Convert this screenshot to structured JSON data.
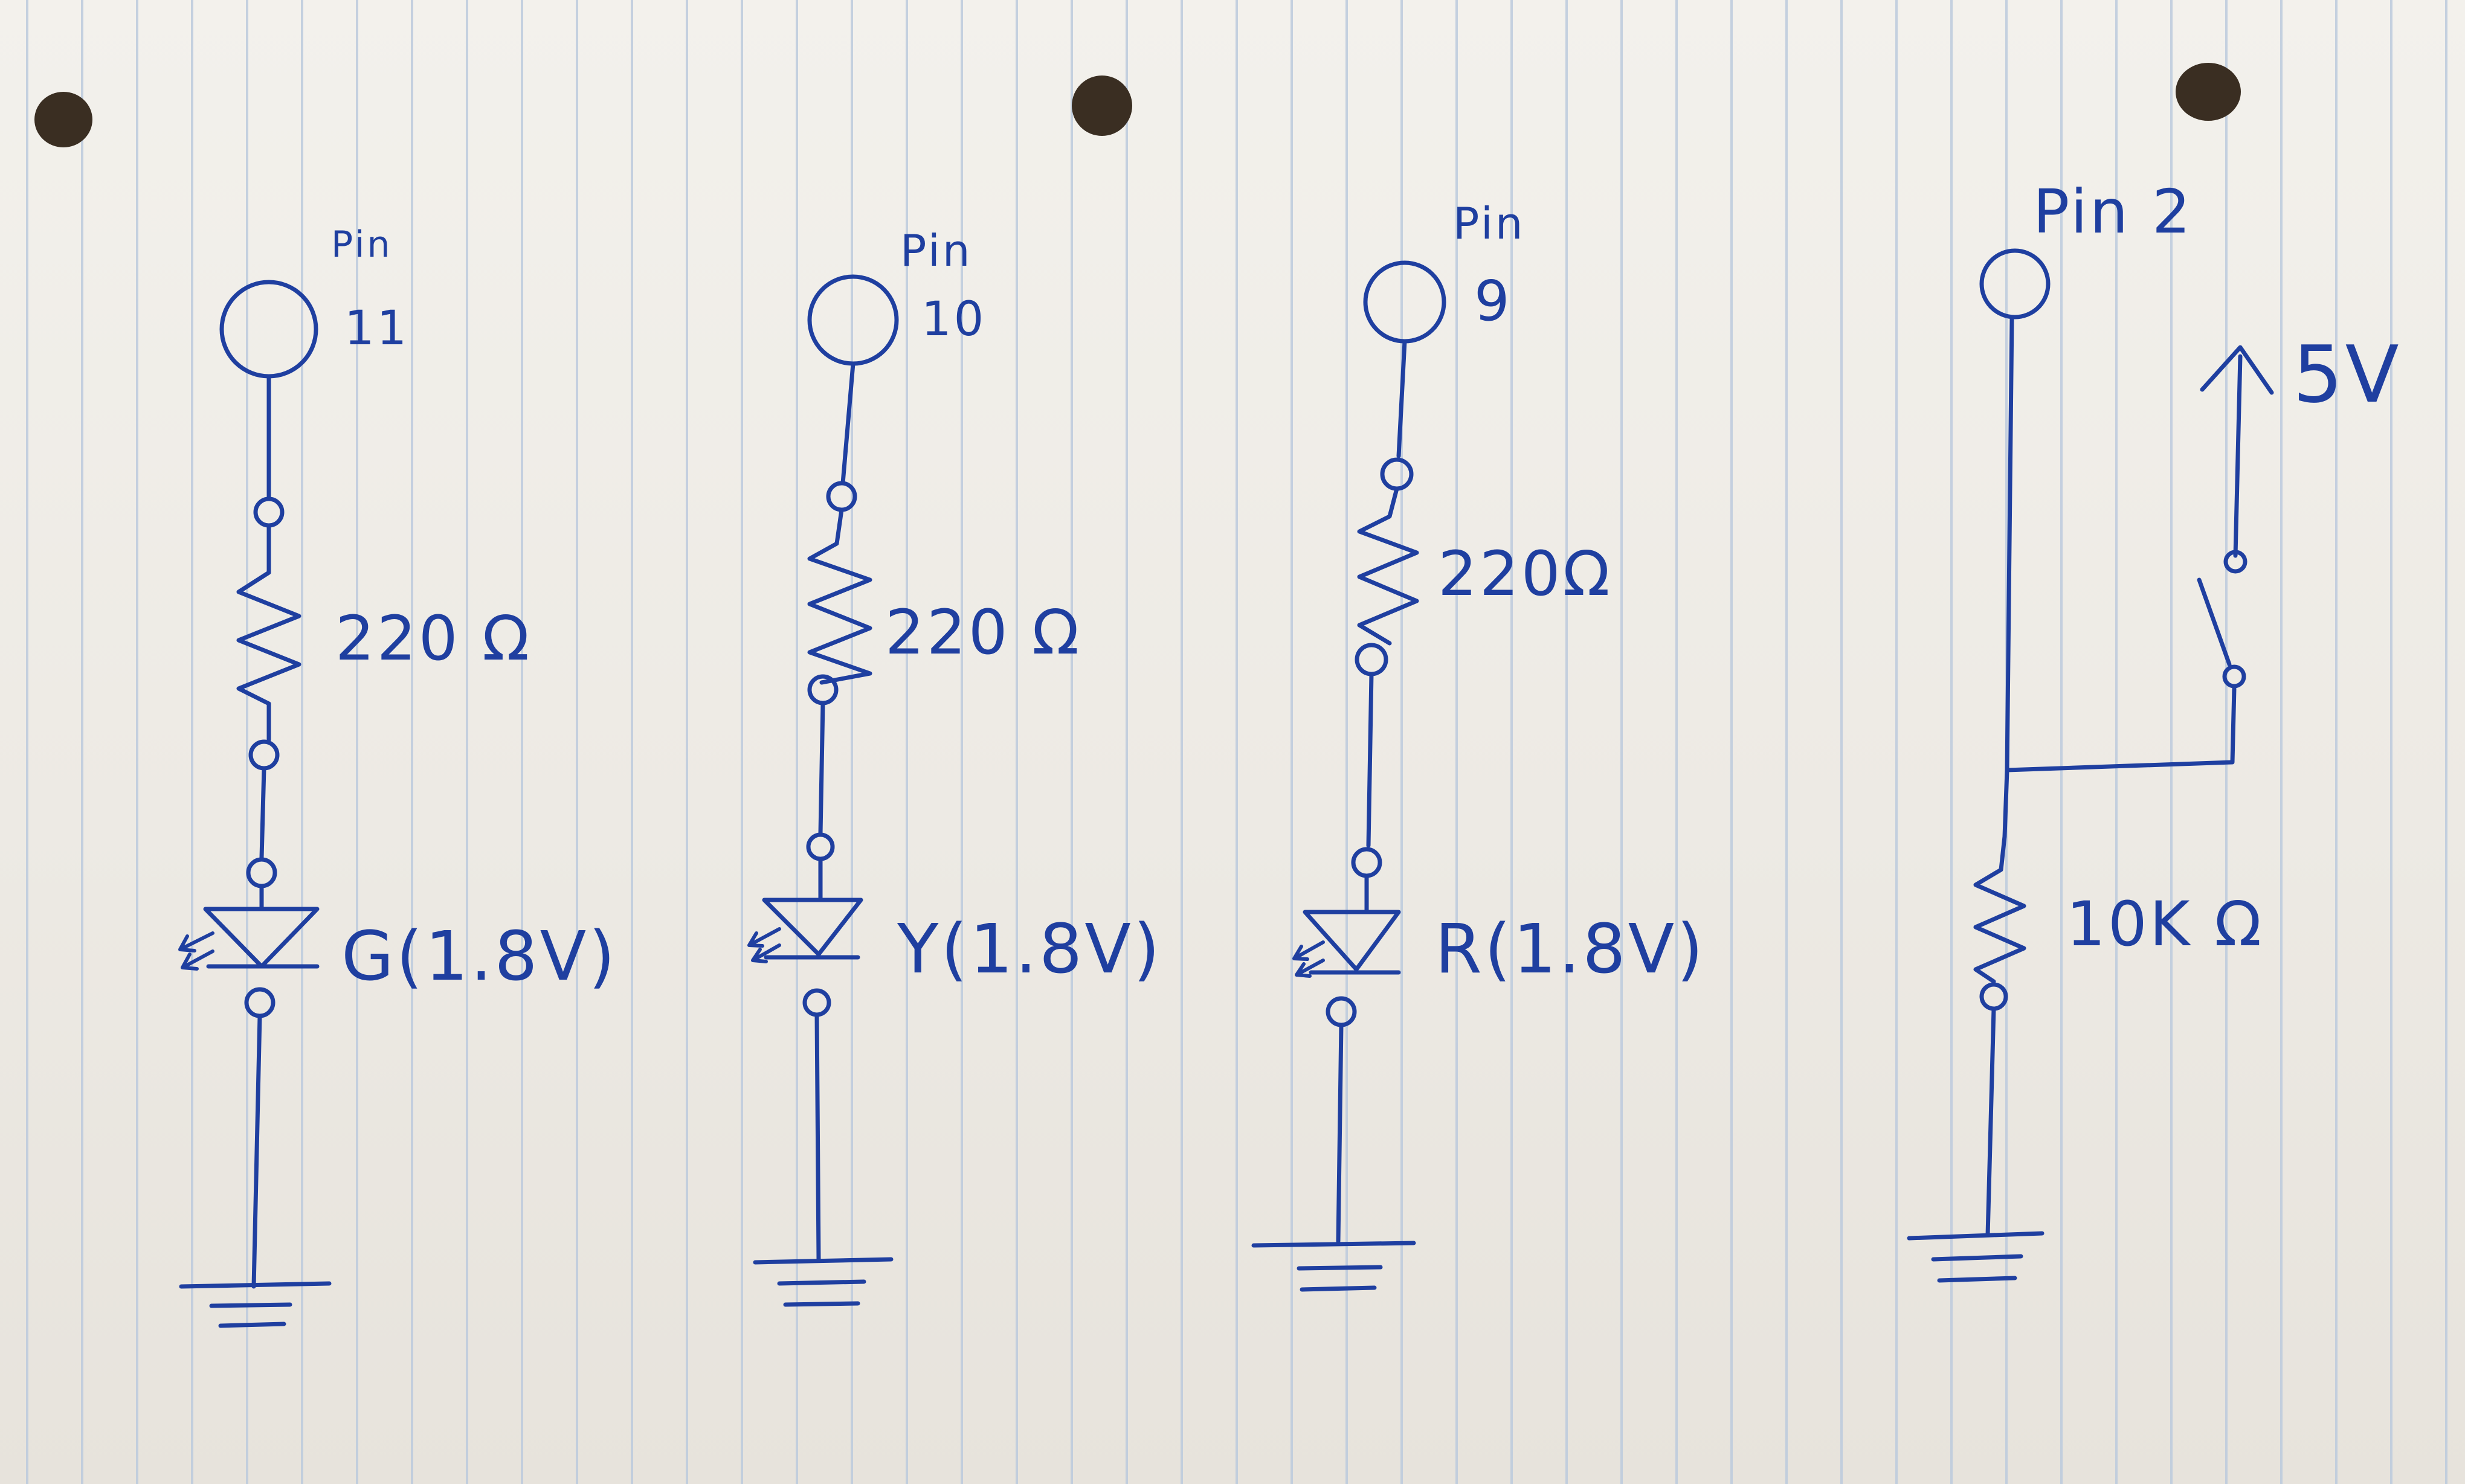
{
  "colors": {
    "ink": "#1f3fa0",
    "paper": "#efece6",
    "rule_line": "#b9c7dc",
    "hole": "#3a2e22"
  },
  "circuits": [
    {
      "pin_label": "Pin",
      "pin_number": "11",
      "resistor_label": "220 Ω",
      "led_label": "G(1.8V)"
    },
    {
      "pin_label": "Pin",
      "pin_number": "10",
      "resistor_label": "220 Ω",
      "led_label": "Y(1.8V)"
    },
    {
      "pin_label": "Pin",
      "pin_number": "9",
      "resistor_label": "220Ω",
      "led_label": "R(1.8V)"
    }
  ],
  "button_circuit": {
    "pin_label": "Pin 2",
    "supply_label": "5V",
    "resistor_label": "10K Ω"
  }
}
